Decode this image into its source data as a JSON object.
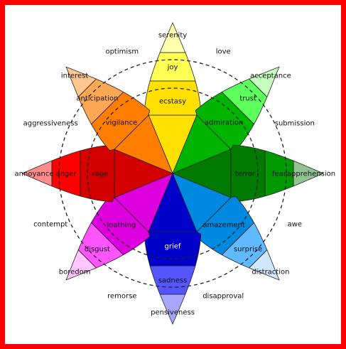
{
  "colors": {
    "frame": "#ff0000",
    "background": "#ffffff",
    "line": "#222222"
  },
  "petals": [
    {
      "key": "joy",
      "labels": [
        "serenity",
        "joy",
        "ecstasy"
      ],
      "colors": [
        "#ffffb0",
        "#ffff55",
        "#ffe000"
      ]
    },
    {
      "key": "trust",
      "labels": [
        "acceptance",
        "trust",
        "admiration"
      ],
      "colors": [
        "#c7ffc0",
        "#5dff5d",
        "#00b400"
      ]
    },
    {
      "key": "fear",
      "labels": [
        "apprehension",
        "fear",
        "terror"
      ],
      "colors": [
        "#92c492",
        "#009900",
        "#007a00"
      ]
    },
    {
      "key": "surprise",
      "labels": [
        "distraction",
        "surprise",
        "amazement"
      ],
      "colors": [
        "#d0e8ff",
        "#60baff",
        "#0089e0"
      ]
    },
    {
      "key": "sadness",
      "labels": [
        "pensiveness",
        "sadness",
        "grief"
      ],
      "colors": [
        "#a6a6ff",
        "#5555ff",
        "#0000c8"
      ]
    },
    {
      "key": "disgust",
      "labels": [
        "boredom",
        "disgust",
        "loathing"
      ],
      "colors": [
        "#ffc6ff",
        "#ff55ff",
        "#de00de"
      ]
    },
    {
      "key": "anger",
      "labels": [
        "annoyance",
        "anger",
        "rage"
      ],
      "colors": [
        "#ff8c8c",
        "#ff0000",
        "#d40000"
      ]
    },
    {
      "key": "anticipation",
      "labels": [
        "interest",
        "anticipation",
        "vigilance"
      ],
      "colors": [
        "#ffc690",
        "#ffa854",
        "#ff7d00"
      ]
    }
  ],
  "dyads": [
    "love",
    "submission",
    "awe",
    "disapproval",
    "remorse",
    "contempt",
    "aggressiveness",
    "optimism"
  ]
}
